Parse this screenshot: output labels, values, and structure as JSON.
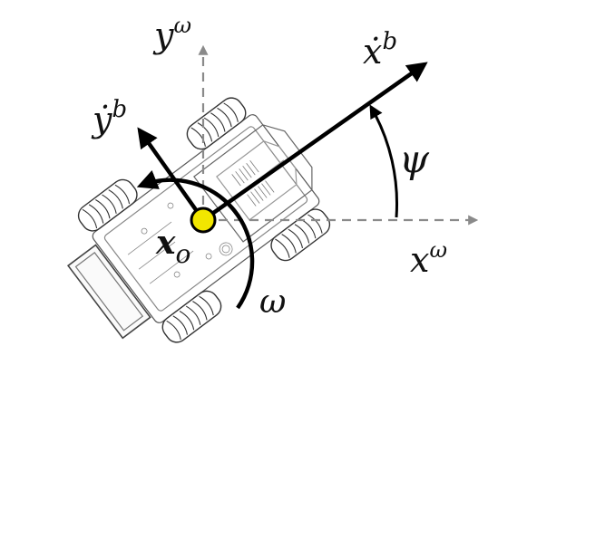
{
  "labels": {
    "world_y": {
      "base": "y",
      "sup": "ω"
    },
    "world_x": {
      "base": "x",
      "sup": "ω"
    },
    "body_x_dot": {
      "base": "ẋ",
      "sup": "b"
    },
    "body_y_dot": {
      "base": "ẏ",
      "sup": "b"
    },
    "heading": "ψ",
    "angular_rate": "ω",
    "origin": {
      "base": "x",
      "sub": "o"
    }
  },
  "colors": {
    "origin_marker": "#f2e600",
    "world_axes": "#8a8a8a",
    "body_vectors": "#000000",
    "robot_outline": "#555555"
  },
  "icons": {
    "robot": "mecanum-robot-icon"
  }
}
